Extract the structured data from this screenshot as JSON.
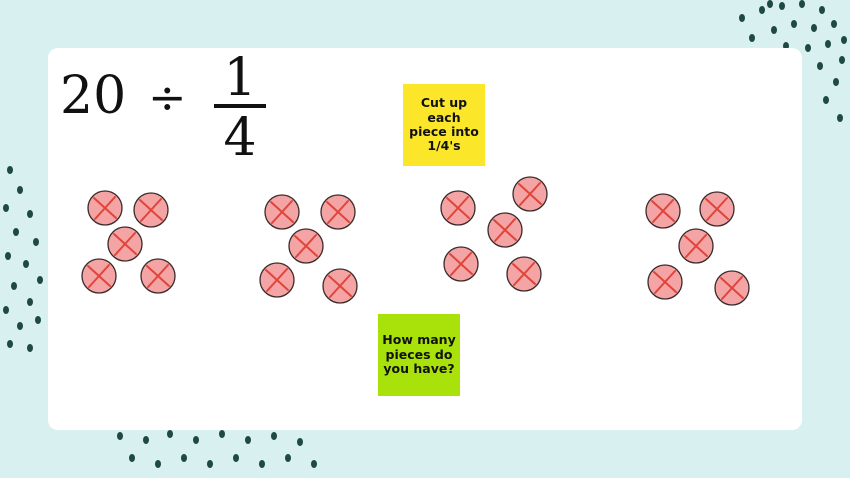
{
  "equation": {
    "whole": "20",
    "operator": "÷",
    "numerator": "1",
    "denominator": "4"
  },
  "notes": {
    "instruction": "Cut up each piece into 1/4's",
    "question": "How many pieces do you have?"
  },
  "colors": {
    "background": "#d8f0ef",
    "dot": "#1f4a44",
    "piece_fill": "#f4a4a4",
    "cross": "#e0443a",
    "note_yellow": "#fbe62a",
    "note_green": "#a9e20a"
  },
  "groups": [
    {
      "pieces": 5
    },
    {
      "pieces": 5
    },
    {
      "pieces": 5
    },
    {
      "pieces": 5
    }
  ]
}
